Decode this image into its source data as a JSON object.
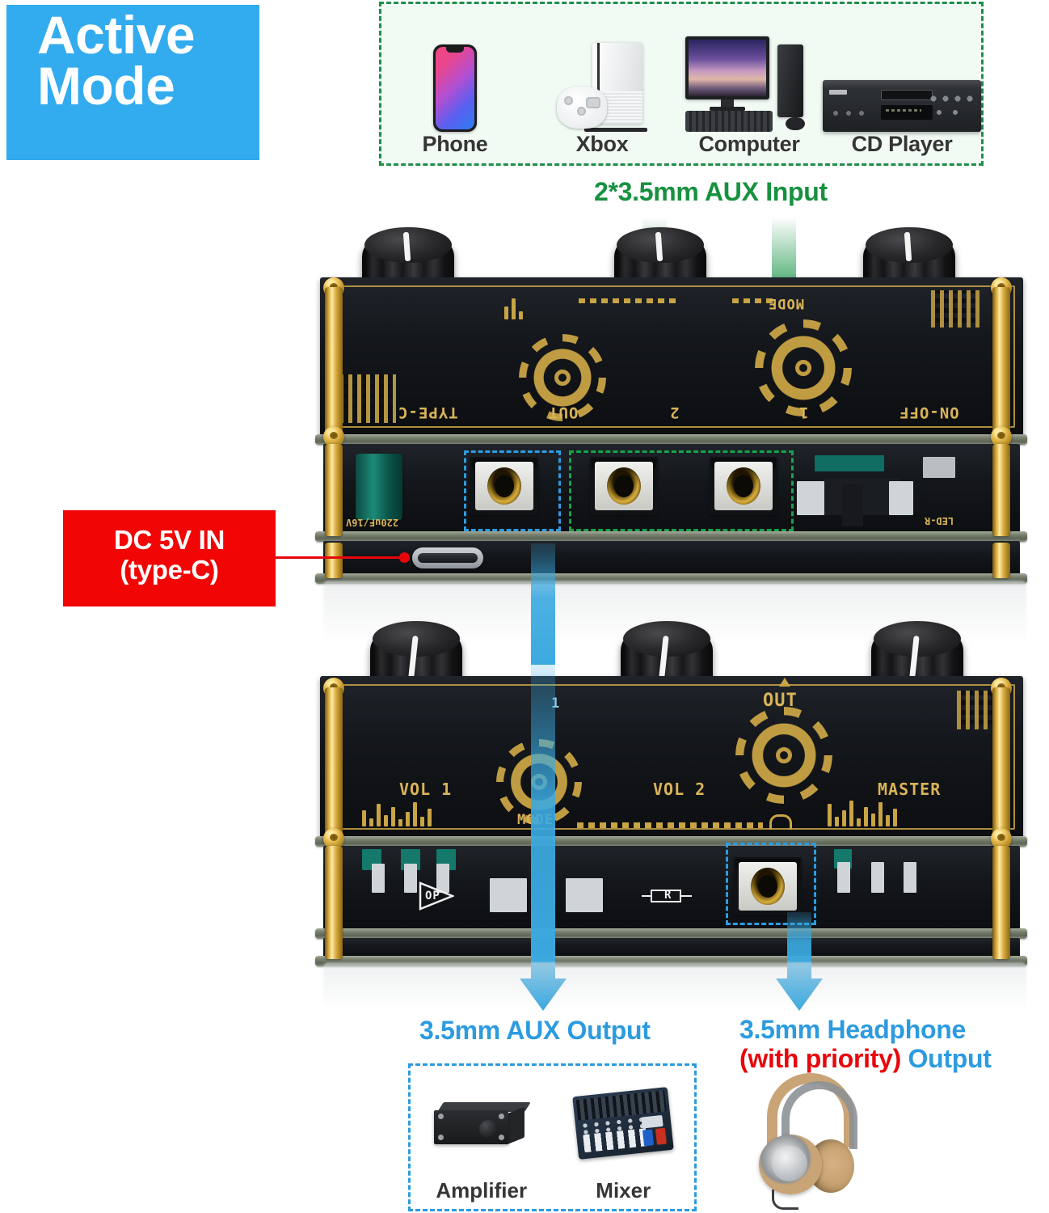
{
  "badge": {
    "line1": "Active",
    "line2": "Mode",
    "color": "#33ABEF"
  },
  "sources": {
    "border_color": "#1f8f4a",
    "items": [
      {
        "label": "Phone",
        "icon": "smartphone-icon"
      },
      {
        "label": "Xbox",
        "icon": "game-console-icon"
      },
      {
        "label": "Computer",
        "icon": "desktop-computer-icon"
      },
      {
        "label": "CD Player",
        "icon": "cd-player-icon"
      }
    ]
  },
  "callouts": {
    "aux_input": {
      "text": "2*3.5mm AUX Input",
      "color": "#17913f"
    },
    "dc_in": {
      "line1": "DC 5V IN",
      "line2": "(type-C)",
      "color": "#F20505"
    },
    "aux_output": {
      "text": "3.5mm AUX Output",
      "color": "#2C9BE0"
    },
    "headphone": {
      "line1": "3.5mm Headphone",
      "line2_red": "(with priority)",
      "line2_blue": " Output",
      "color": "#2C9BE0",
      "red": "#E8060B"
    }
  },
  "outputs": {
    "border_color": "#2C9BE0",
    "items": [
      {
        "label": "Amplifier",
        "icon": "amplifier-icon"
      },
      {
        "label": "Mixer",
        "icon": "audio-mixer-icon"
      }
    ],
    "headphone_icon": "headphones-icon"
  },
  "top_unit": {
    "view": "rear",
    "silkscreen": {
      "type_c": "TYPE-C",
      "out": "OUT",
      "in2": "2",
      "in1": "1",
      "on_off": "ON-OFF",
      "mode": "MODE",
      "led_r": "LED-R",
      "cap_value": "220uF/16V"
    },
    "knobs": [
      "knob-left",
      "knob-center",
      "knob-right"
    ],
    "ports": [
      "aux-out-jack",
      "aux-in-2-jack",
      "aux-in-1-jack",
      "usb-c-port",
      "power-switch"
    ]
  },
  "bottom_unit": {
    "view": "front",
    "silkscreen": {
      "vol1": "VOL 1",
      "vol2": "VOL 2",
      "master": "MASTER",
      "mode": "MODE",
      "out": "OUT",
      "in1": "1",
      "op": "OP",
      "r": "R"
    },
    "knobs": [
      "vol1-knob",
      "vol2-knob",
      "master-knob"
    ],
    "ports": [
      "headphone-jack"
    ]
  }
}
